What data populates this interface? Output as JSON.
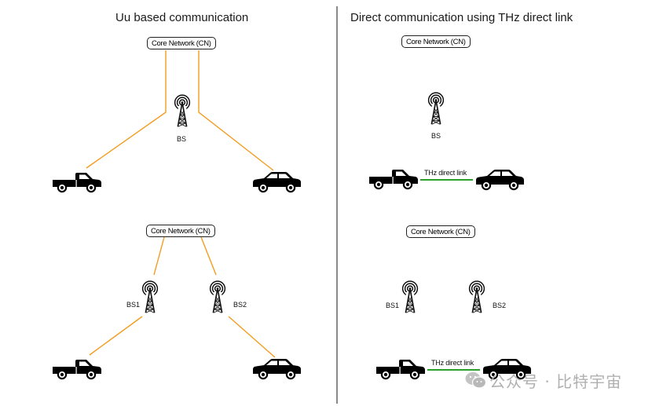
{
  "colors": {
    "uu_link": "#f39c1e",
    "thz_link": "#2ca02c",
    "divider": "#8a8a8a",
    "watermark": "#b0b0b0"
  },
  "left_panel": {
    "title": "Uu based communication",
    "top": {
      "core_network": "Core Network (CN)",
      "base_station": "BS",
      "vehicles": [
        "pickup-truck",
        "sedan-car"
      ]
    },
    "bottom": {
      "core_network": "Core Network (CN)",
      "base_stations": [
        "BS1",
        "BS2"
      ],
      "vehicles": [
        "pickup-truck",
        "sedan-car"
      ]
    }
  },
  "right_panel": {
    "title": "Direct communication using THz direct link",
    "top": {
      "core_network": "Core Network (CN)",
      "base_station": "BS",
      "link_label": "THz direct link",
      "vehicles": [
        "pickup-truck",
        "sedan-car"
      ]
    },
    "bottom": {
      "core_network": "Core Network (CN)",
      "base_stations": [
        "BS1",
        "BS2"
      ],
      "link_label": "THz direct link",
      "vehicles": [
        "pickup-truck",
        "sedan-car"
      ]
    }
  },
  "watermark": {
    "icon": "wechat-icon",
    "text": "公众号 · 比特宇宙"
  }
}
